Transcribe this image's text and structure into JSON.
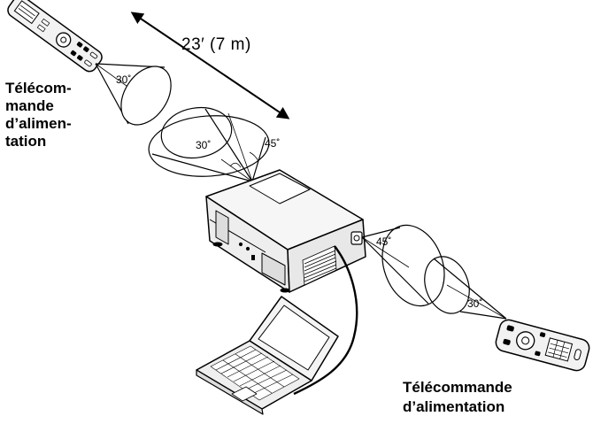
{
  "distance_label": "23′ (7 m)",
  "angle_labels": {
    "left_remote": "30˚",
    "projector_horizontal": "30˚",
    "projector_vertical": "45˚",
    "side_receiver": "45˚",
    "right_remote": "30˚"
  },
  "remote_label_left": [
    "Télécom-",
    "mande",
    "d’alimen-",
    "tation"
  ],
  "remote_label_right": [
    "Télécommande",
    "d’alimentation"
  ]
}
